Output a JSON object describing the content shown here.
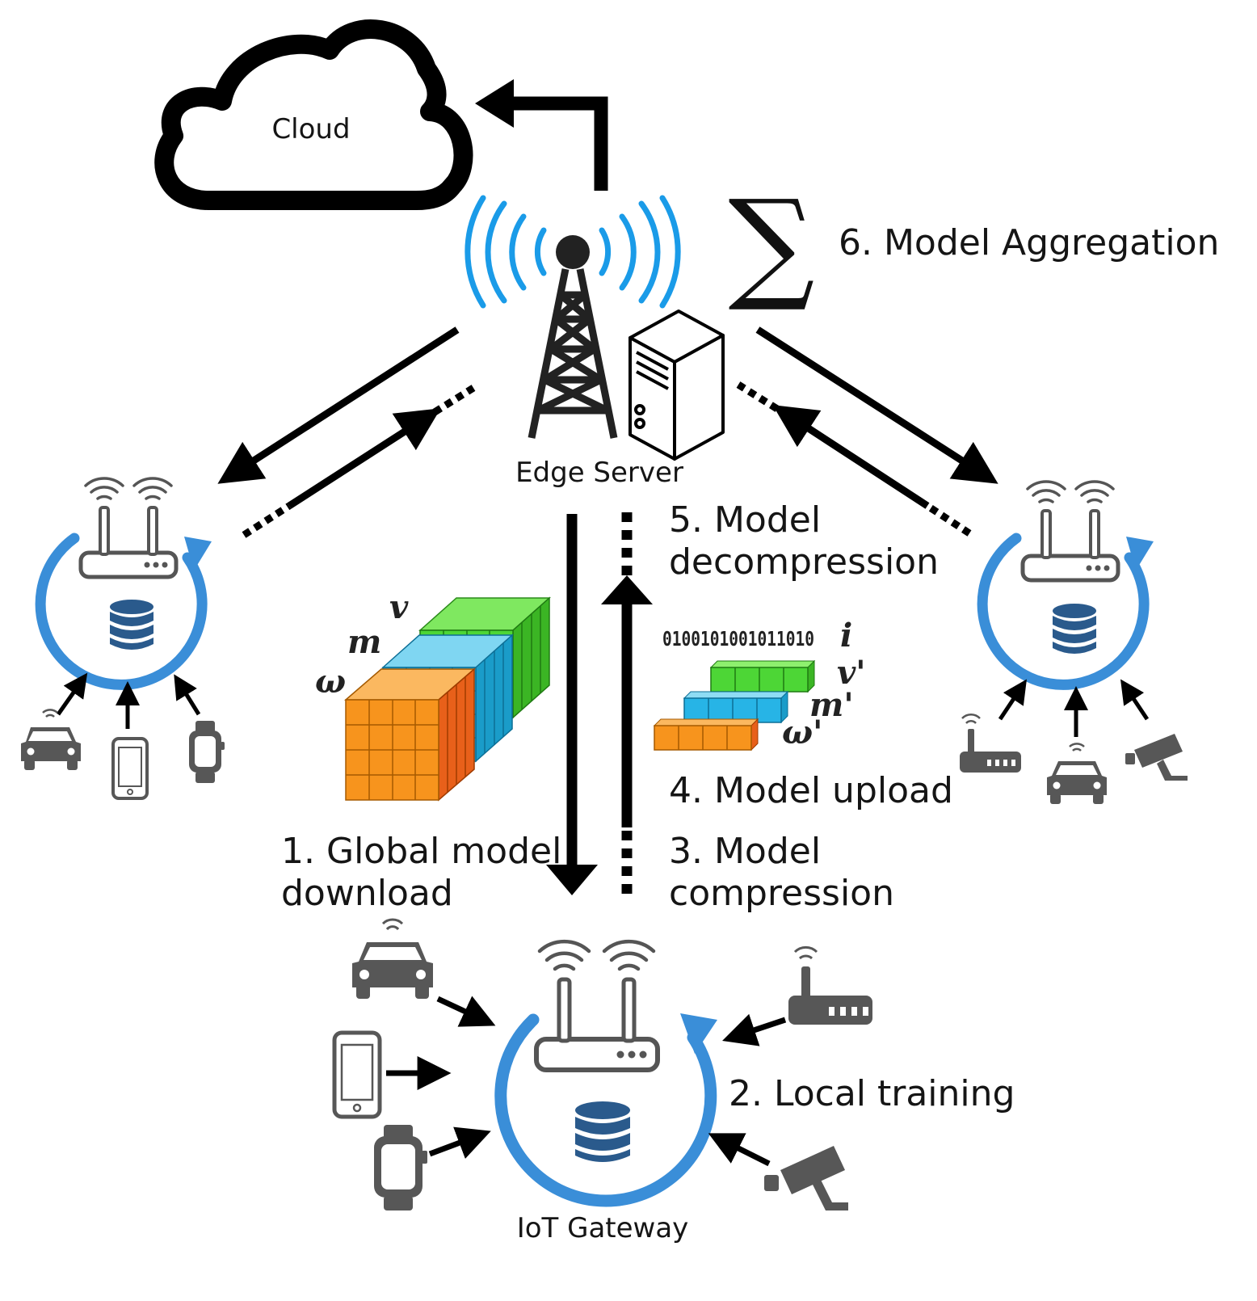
{
  "labels": {
    "cloud": "Cloud",
    "edge_server": "Edge Server",
    "iot_gateway": "IoT Gateway"
  },
  "steps": {
    "s1_line1": "1. Global model",
    "s1_line2": "download",
    "s2": "2. Local training",
    "s3_line1": "3. Model",
    "s3_line2": "compression",
    "s4": "4. Model upload",
    "s5_line1": "5. Model",
    "s5_line2": "decompression",
    "s6": "6. Model Aggregation"
  },
  "aggregation_symbol": "∑",
  "model_tensors": {
    "v": "v",
    "m": "m",
    "w": "ω"
  },
  "compressed": {
    "bits": "0100101001011010",
    "i": "i",
    "v": "v'",
    "m": "m'",
    "w": "ω'"
  },
  "colors": {
    "signal_blue": "#1a9be8",
    "training_arrow_blue": "#3a8ed8",
    "database_blue": "#2a5a8c",
    "tensor_orange": "#f7941d",
    "tensor_cyan": "#27b4e6",
    "tensor_green": "#4dd636",
    "device_gray": "#575757"
  },
  "icons": [
    "cloud-icon",
    "tower-icon",
    "server-icon",
    "router-icon",
    "database-icon",
    "car-icon",
    "phone-icon",
    "watch-icon",
    "camera-icon",
    "modem-icon"
  ]
}
